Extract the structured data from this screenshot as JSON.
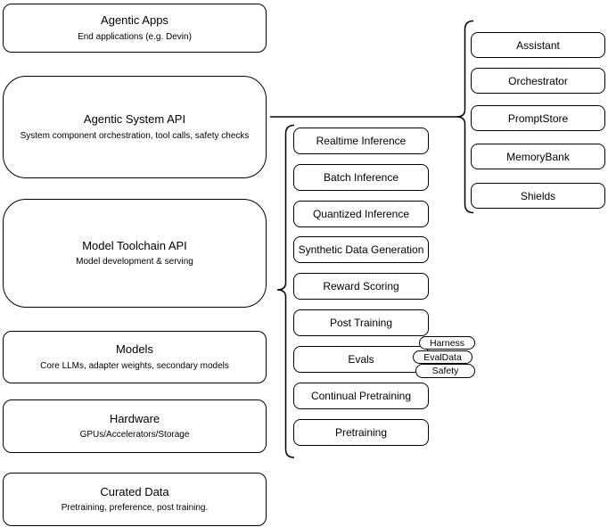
{
  "diagram": {
    "colors": {
      "stroke": "#000000",
      "background": "#ffffff",
      "text": "#000000"
    },
    "left_stack": [
      {
        "title": "Agentic Apps",
        "subtitle": "End applications (e.g. Devin)"
      },
      {
        "title": "Agentic System API",
        "subtitle": "System component orchestration, tool calls, safety checks"
      },
      {
        "title": "Model Toolchain API",
        "subtitle": "Model development & serving"
      },
      {
        "title": "Models",
        "subtitle": "Core LLMs, adapter weights, secondary models"
      },
      {
        "title": "Hardware",
        "subtitle": "GPUs/Accelerators/Storage"
      },
      {
        "title": "Curated Data",
        "subtitle": "Pretraining, preference, post training."
      }
    ],
    "toolchain_items": [
      "Realtime Inference",
      "Batch Inference",
      "Quantized Inference",
      "Synthetic Data Generation",
      "Reward Scoring",
      "Post Training",
      "Evals",
      "Continual Pretraining",
      "Pretraining"
    ],
    "eval_tags": [
      "Harness",
      "EvalData",
      "Safety"
    ],
    "system_components": [
      "Assistant",
      "Orchestrator",
      "PromptStore",
      "MemoryBank",
      "Shields"
    ]
  }
}
